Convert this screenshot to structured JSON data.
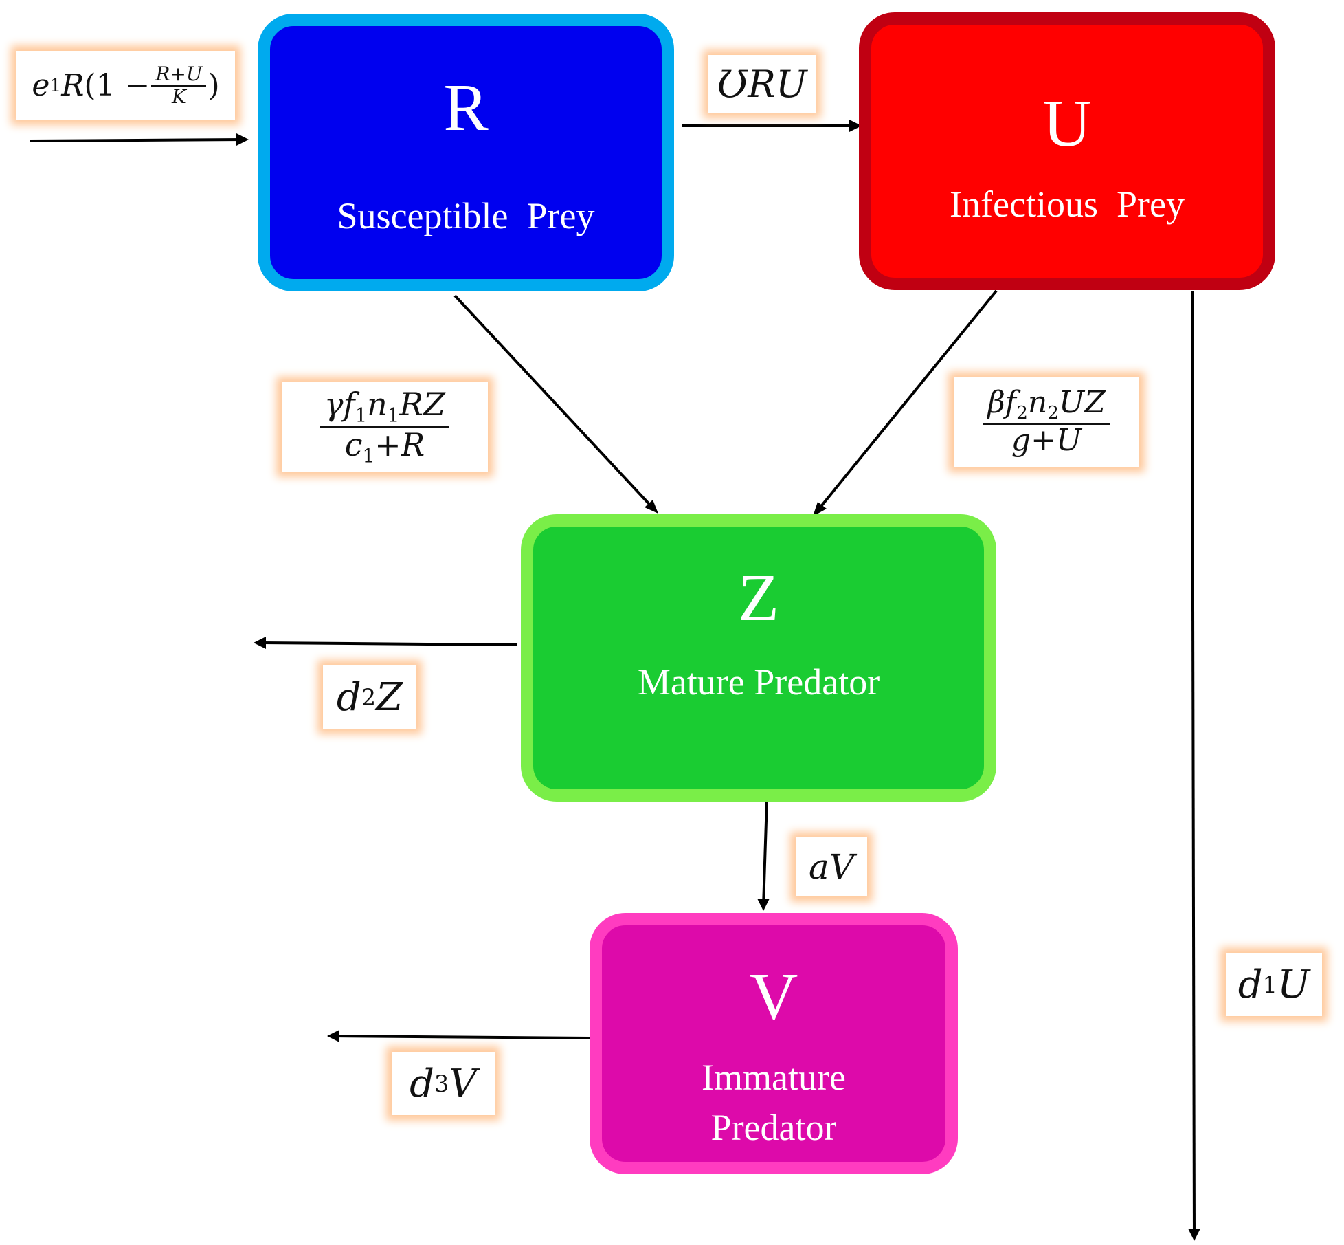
{
  "nodes": {
    "r": {
      "symbol": "R",
      "label": "Susceptible  Prey",
      "fill": "#0000ef",
      "stroke": "#00aaee"
    },
    "u": {
      "symbol": "U",
      "label": "Infectious  Prey",
      "fill": "#ff0000",
      "stroke": "#c00012"
    },
    "z": {
      "symbol": "Z",
      "label": "Mature Predator",
      "fill": "#1acc32",
      "stroke": "#7aee48"
    },
    "v": {
      "symbol": "V",
      "label_line1": "Immature",
      "label_line2": "Predator",
      "fill": "#dd0aaa",
      "stroke": "#ff3cc0"
    }
  },
  "rates": {
    "logistic": {
      "e": "e",
      "e_sub": "1",
      "r": "R",
      "open": "(1 −",
      "frac_num": "R+U",
      "frac_den": "K",
      "close": ")"
    },
    "infection": {
      "text": "ƱRU"
    },
    "predation_r": {
      "num_a": "γf",
      "num_a_sub": "1",
      "num_b": "n",
      "num_b_sub": "1",
      "num_c": "RZ",
      "den_a": "c",
      "den_a_sub": "1",
      "den_b": "+R"
    },
    "predation_u": {
      "num_a": "βf",
      "num_a_sub": "2",
      "num_b": "n",
      "num_b_sub": "2",
      "num_c": "UZ",
      "den": "g+U"
    },
    "death_z": {
      "base": "d",
      "sub": "2",
      "var": "Z"
    },
    "maturation": {
      "text": "aV"
    },
    "death_u": {
      "base": "d",
      "sub": "1",
      "var": "U"
    },
    "death_v": {
      "base": "d",
      "sub": "3",
      "var": "V"
    }
  },
  "colors": {
    "arrow": "#000000",
    "rate_glow": "#ffc89a"
  }
}
